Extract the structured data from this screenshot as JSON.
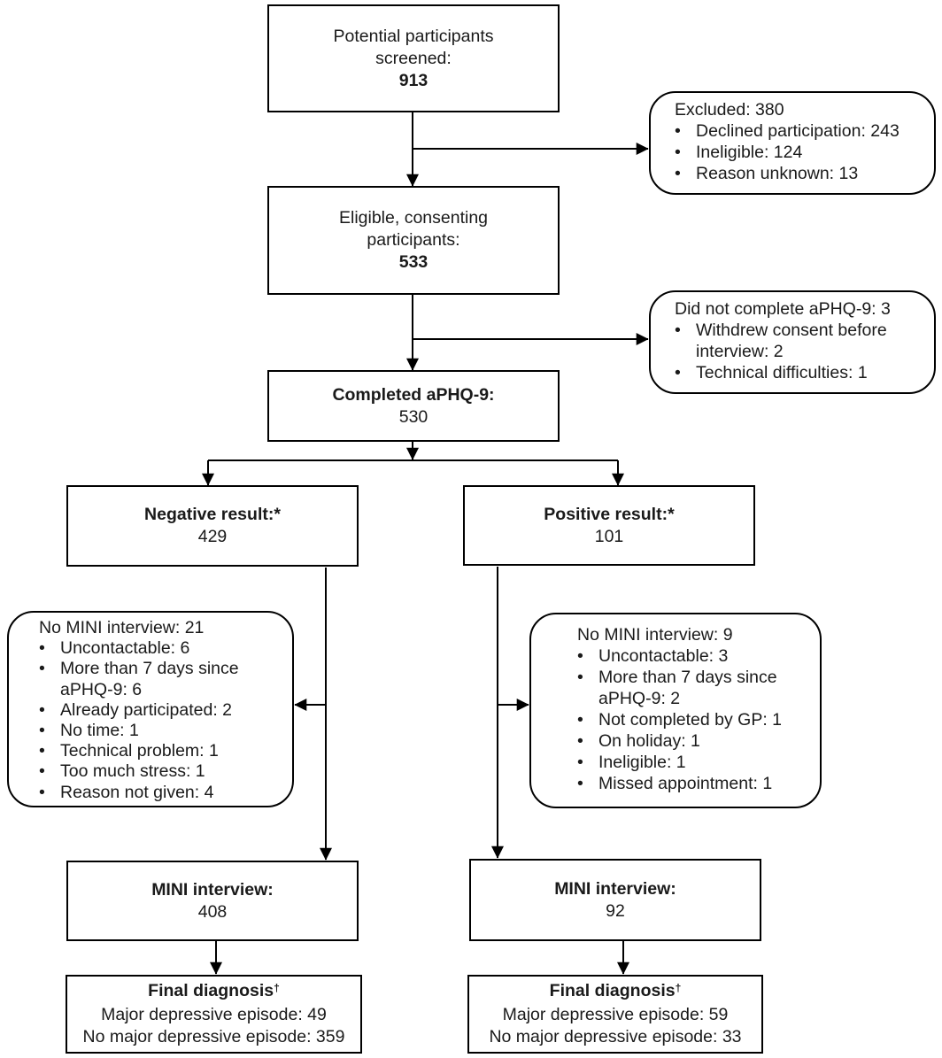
{
  "diagram": {
    "bullet": "•",
    "colors": {
      "line": "#000000",
      "text": "#1a1a1a",
      "background": "#ffffff"
    },
    "boxes": {
      "screened": {
        "line1": "Potential participants",
        "line2": "screened:",
        "value": "913"
      },
      "eligible": {
        "line1": "Eligible, consenting",
        "line2": "participants:",
        "value": "533"
      },
      "completed": {
        "title": "Completed aPHQ-9:",
        "value": "530"
      },
      "negative": {
        "title": "Negative result:*",
        "value": "429"
      },
      "positive": {
        "title": "Positive result:*",
        "value": "101"
      },
      "mini_left": {
        "title": "MINI interview:",
        "value": "408"
      },
      "mini_right": {
        "title": "MINI interview:",
        "value": "92"
      },
      "final_left": {
        "title": "Final diagnosis",
        "title_sup": "†",
        "line1": "Major depressive episode: 49",
        "line2": "No major depressive episode: 359"
      },
      "final_right": {
        "title": "Final diagnosis",
        "title_sup": "†",
        "line1": "Major depressive episode: 59",
        "line2": "No major depressive episode: 33"
      }
    },
    "side_boxes": {
      "excluded": {
        "header": "Excluded: 380",
        "items": [
          "Declined participation: 243",
          "Ineligible: 124",
          "Reason unknown: 13"
        ]
      },
      "not_completed": {
        "header": "Did not complete aPHQ-9: 3",
        "items": [
          "Withdrew consent before interview: 2",
          "Technical difficulties: 1"
        ]
      },
      "no_mini_left": {
        "header": "No MINI interview: 21",
        "items": [
          "Uncontactable: 6",
          "More than 7 days since aPHQ-9: 6",
          "Already participated: 2",
          "No time: 1",
          "Technical problem: 1",
          "Too much stress: 1",
          "Reason not given: 4"
        ]
      },
      "no_mini_right": {
        "header": "No MINI interview: 9",
        "items": [
          "Uncontactable: 3",
          "More than 7 days since aPHQ-9: 2",
          "Not completed by GP: 1",
          "On holiday: 1",
          "Ineligible: 1",
          "Missed appointment: 1"
        ]
      }
    }
  }
}
